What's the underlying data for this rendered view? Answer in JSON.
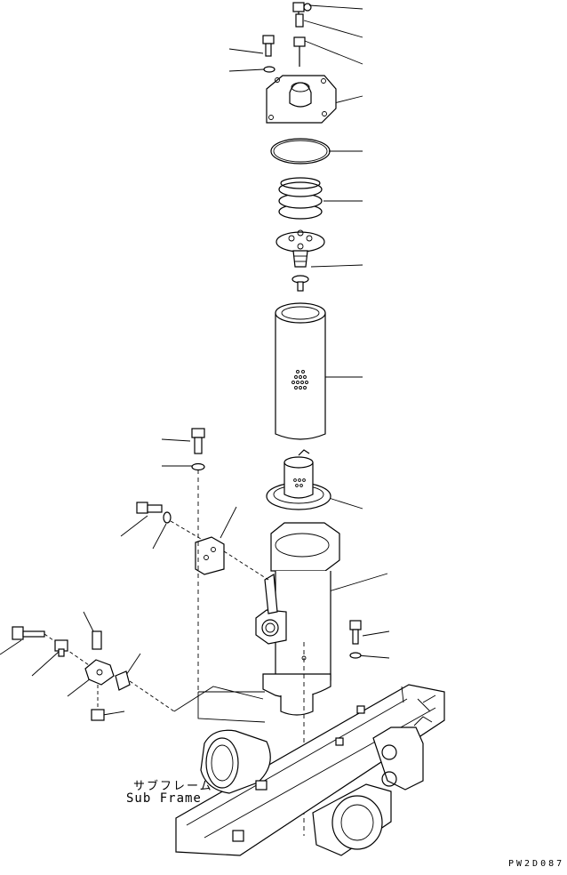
{
  "labels": {
    "subframe_jp": "サブフレーム",
    "subframe_en": "Sub Frame",
    "figure_code": "PW2D087"
  }
}
